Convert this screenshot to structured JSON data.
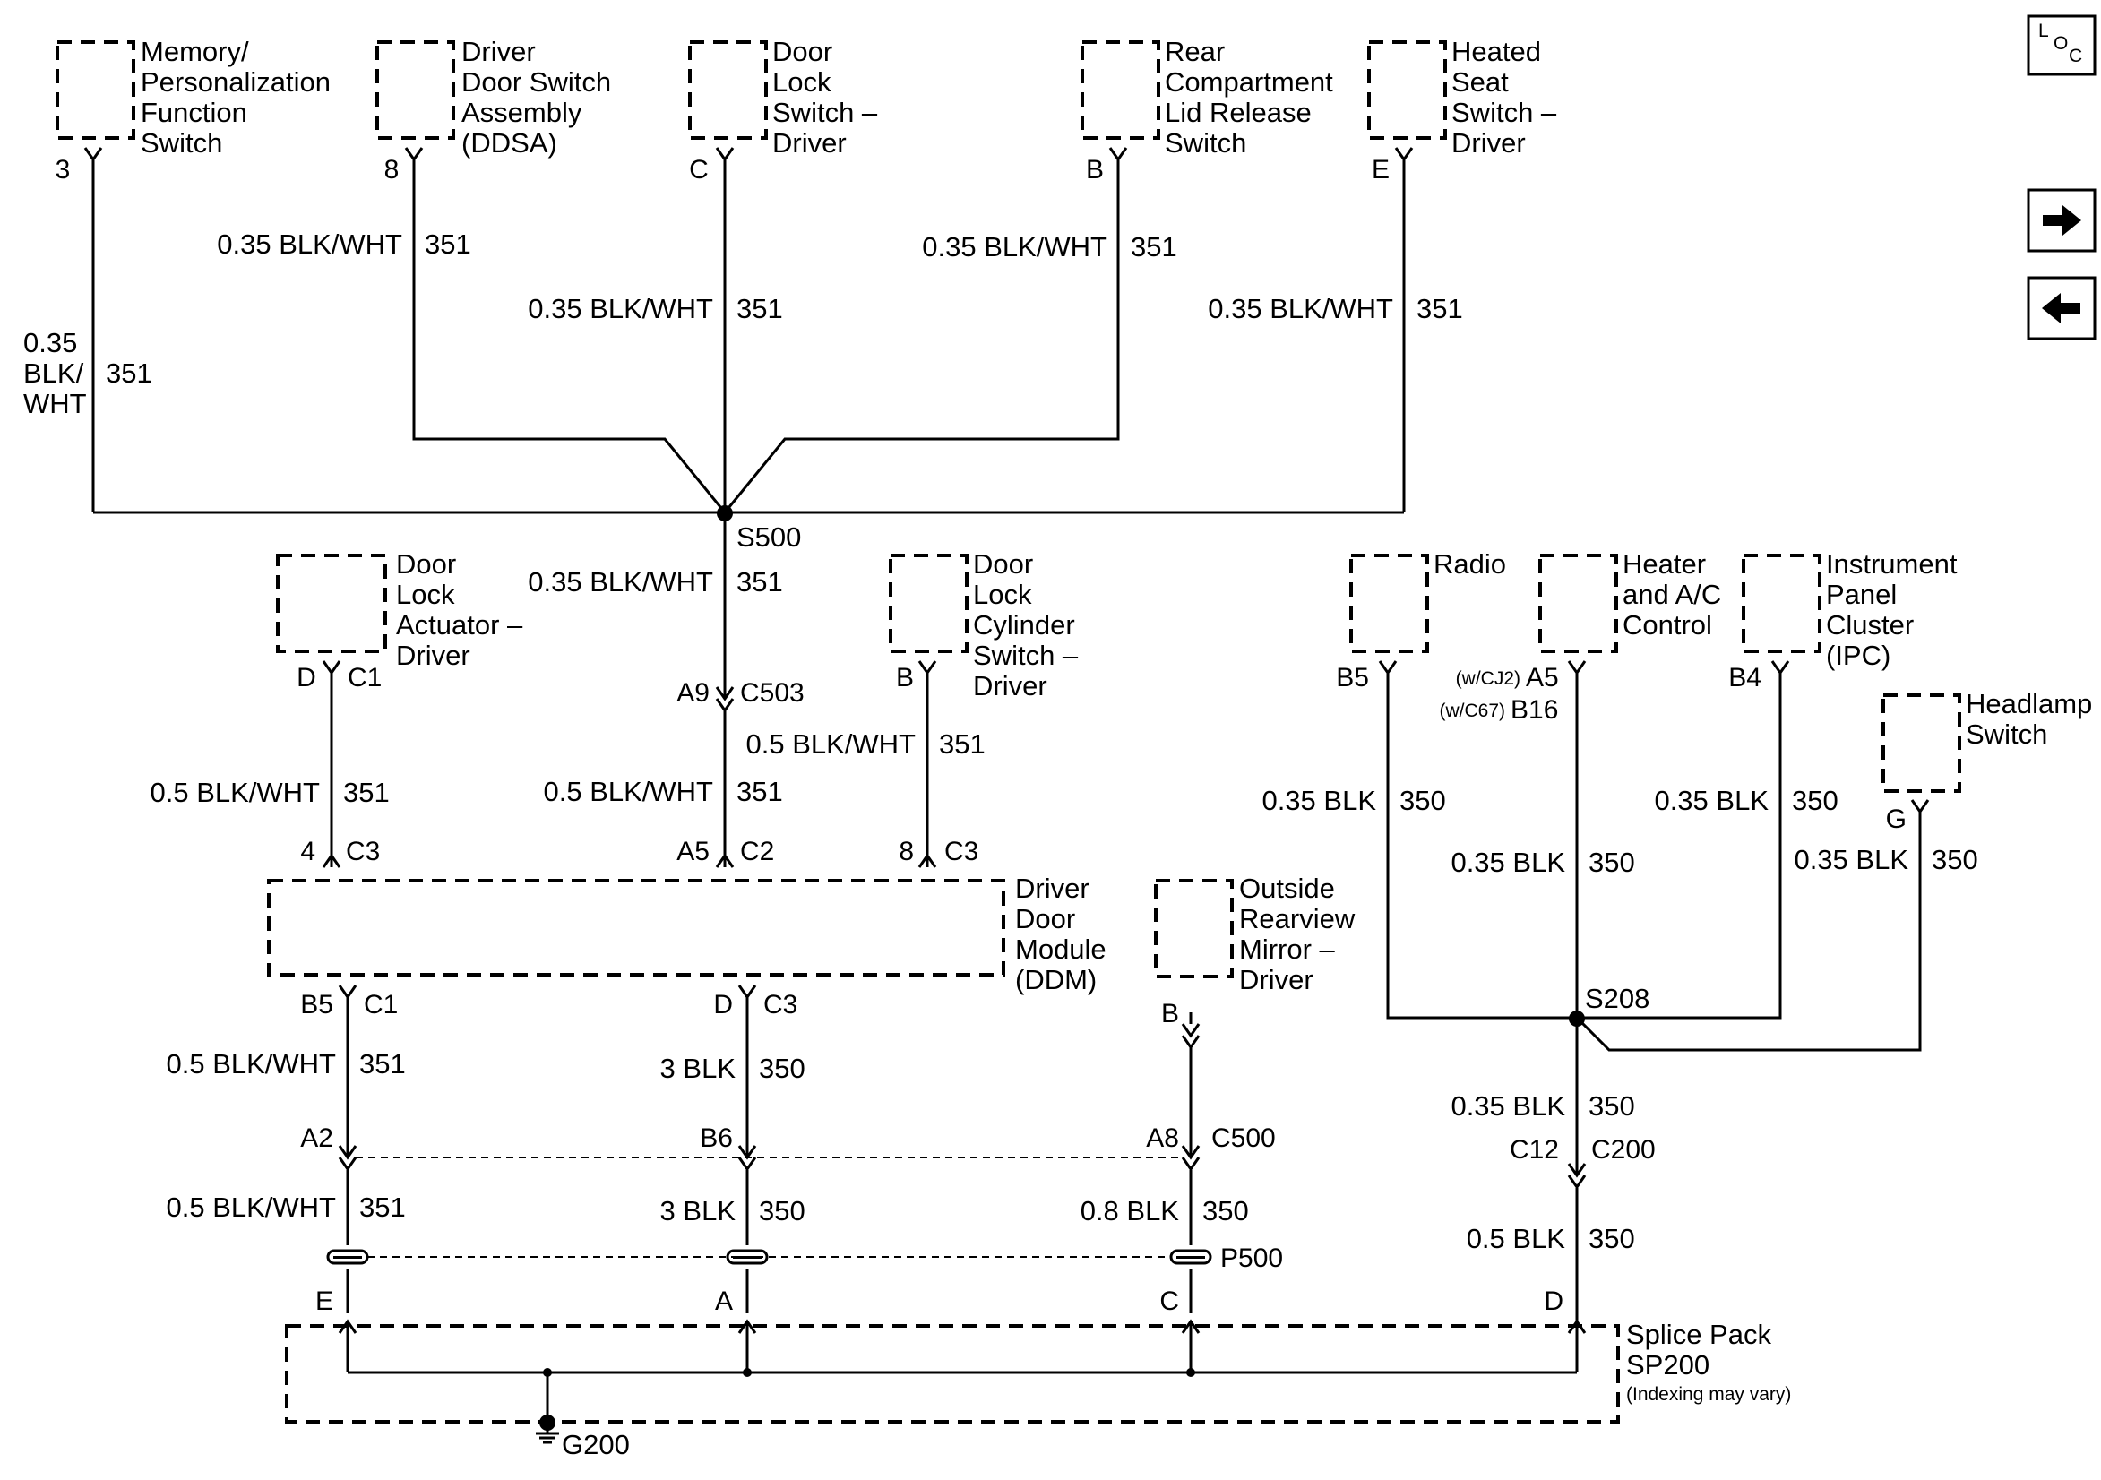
{
  "components": {
    "memory": [
      "Memory/",
      "Personalization",
      "Function",
      "Switch"
    ],
    "ddsa": [
      "Driver",
      "Door Switch",
      "Assembly",
      "(DDSA)"
    ],
    "door_lock_switch": [
      "Door",
      "Lock",
      "Switch –",
      "Driver"
    ],
    "rear_compartment": [
      "Rear",
      "Compartment",
      "Lid Release",
      "Switch"
    ],
    "heated_seat": [
      "Heated",
      "Seat",
      "Switch –",
      "Driver"
    ],
    "door_lock_actuator": [
      "Door",
      "Lock",
      "Actuator –",
      "Driver"
    ],
    "door_lock_cylinder": [
      "Door",
      "Lock",
      "Cylinder",
      "Switch –",
      "Driver"
    ],
    "radio": [
      "Radio"
    ],
    "heater_ac": [
      "Heater",
      "and A/C",
      "Control"
    ],
    "ipc": [
      "Instrument",
      "Panel",
      "Cluster",
      "(IPC)"
    ],
    "headlamp": [
      "Headlamp",
      "Switch"
    ],
    "ddm": [
      "Driver",
      "Door",
      "Module",
      "(DDM)"
    ],
    "mirror": [
      "Outside",
      "Rearview",
      "Mirror –",
      "Driver"
    ],
    "splice_pack": [
      "Splice Pack",
      "SP200"
    ],
    "splice_pack_note": "(Indexing may vary)"
  },
  "pins": {
    "memory": "3",
    "ddsa": "8",
    "door_lock_switch": "C",
    "rear_compartment": "B",
    "heated_seat": "E",
    "actuator_pin": "D",
    "actuator_conn": "C1",
    "a9": "A9",
    "c503": "C503",
    "cylinder": "B",
    "radio": "B5",
    "heater_a5": "A5",
    "heater_b16": "B16",
    "opt_cj2": "(w/CJ2)",
    "opt_c67": "(w/C67)",
    "ipc": "B4",
    "headlamp": "G",
    "ddm_4": "4",
    "ddm_c3a": "C3",
    "ddm_a5": "A5",
    "ddm_c2": "C2",
    "ddm_8": "8",
    "ddm_c3b": "C3",
    "ddm_b5": "B5",
    "ddm_c1": "C1",
    "ddm_d": "D",
    "ddm_c3c": "C3",
    "mirror": "B",
    "a2": "A2",
    "b6": "B6",
    "a8": "A8",
    "c500": "C500",
    "c12": "C12",
    "c200": "C200",
    "p500": "P500",
    "sp_e": "E",
    "sp_a": "A",
    "sp_c": "C",
    "sp_d": "D"
  },
  "wires": {
    "ddsa_wire": "0.35 BLK/WHT",
    "ddsa_circ": "351",
    "mem_wire": [
      "0.35",
      "BLK/",
      "WHT"
    ],
    "mem_circ": "351",
    "dls_wire": "0.35 BLK/WHT",
    "dls_circ": "351",
    "rear_wire": "0.35 BLK/WHT",
    "rear_circ": "351",
    "heat_wire": "0.35 BLK/WHT",
    "heat_circ": "351",
    "s500_down_wire": "0.35 BLK/WHT",
    "s500_down_circ": "351",
    "c503_wire": "0.5 BLK/WHT",
    "c503_circ": "351",
    "a5_wire": "0.5 BLK/WHT",
    "a5_circ": "351",
    "actuator_wire": "0.5 BLK/WHT",
    "actuator_circ": "351",
    "radio_wire": "0.35 BLK",
    "radio_circ": "350",
    "heater_wire": "0.35 BLK",
    "heater_circ": "350",
    "ipc_wire": "0.35 BLK",
    "ipc_circ": "350",
    "headlamp_wire": "0.35 BLK",
    "headlamp_circ": "350",
    "b5_wire": "0.5 BLK/WHT",
    "b5_circ": "351",
    "d_wire": "3 BLK",
    "d_circ": "350",
    "s208_wire": "0.35 BLK",
    "s208_circ": "350",
    "a2_wire": "0.5 BLK/WHT",
    "a2_circ": "351",
    "b6_wire": "3 BLK",
    "b6_circ": "350",
    "a8_wire": "0.8 BLK",
    "a8_circ": "350",
    "c12_wire": "0.5 BLK",
    "c12_circ": "350"
  },
  "splices": {
    "s500": "S500",
    "s208": "S208"
  },
  "ground": {
    "g200": "G200"
  },
  "nav": {
    "loc_top": "L",
    "loc_mid": "O",
    "loc_bot": "C",
    "forward_icon": "right-arrow-icon",
    "back_icon": "left-arrow-icon"
  }
}
